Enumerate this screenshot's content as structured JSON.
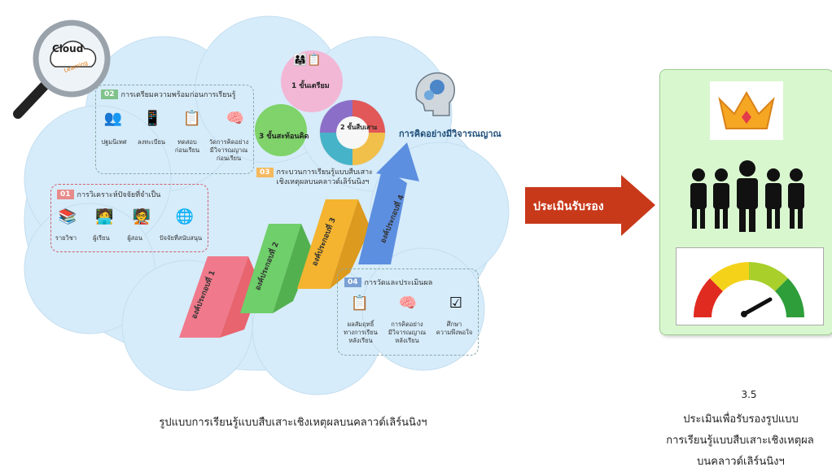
{
  "logo": {
    "top": "Cloud",
    "bottom": "Learning"
  },
  "box02": {
    "num": "02",
    "title": "การเตรียมความพร้อมก่อนการเรียนรู้",
    "items": [
      "ปฐมนิเทศ",
      "ลงทะเบียน",
      "ทดสอบ\nก่อนเรียน",
      "วัดการคิดอย่าง\nมีวิจารณญาณ\nก่อนเรียน"
    ]
  },
  "box01": {
    "num": "01",
    "title": "การวิเคราะห์ปัจจัยที่จำเป็น",
    "items": [
      "รายวิชา",
      "ผู้เรียน",
      "ผู้สอน",
      "ปัจจัยที่สนับสนุน"
    ]
  },
  "box03": {
    "num": "03",
    "title": "กระบวนการเรียนรู้แบบสืบเสาะ\nเชิงเหตุผลบนคลาวด์เลิร์นนิงฯ"
  },
  "box04": {
    "num": "04",
    "title": "การวัดและประเมินผล",
    "items": [
      "ผลสัมฤทธิ์\nทางการเรียน\nหลังเรียน",
      "การคิดอย่าง\nมีวิจารณญาณ\nหลังเรียน",
      "ศึกษา\nความพึงพอใจ"
    ]
  },
  "stages": {
    "s1": "ขั้นเตรียม",
    "s2": "ขั้นสืบเสาะ",
    "s3": "ขั้นสะท้อนคิด"
  },
  "critical": "การคิดอย่างมีวิจารณญาณ",
  "steps": [
    "องค์ประกอบที่ 1",
    "องค์ประกอบที่ 2",
    "องค์ประกอบที่ 3",
    "องค์ประกอบที่ 4"
  ],
  "arrow_label": "ประเมินรับรอง",
  "caption_left": "รูปแบบการเรียนรู้แบบสืบเสาะเชิงเหตุผลบนคลาวด์เลิร์นนิงฯ",
  "caption_right": {
    "num": "3.5",
    "line1": "ประเมินเพื่อรับรองรูปแบบ",
    "line2": "การเรียนรู้แบบสืบเสาะเชิงเหตุผล",
    "line3": "บนคลาวด์เลิร์นนิงฯ"
  },
  "colors": {
    "cloud": "#d6ecfa",
    "green_panel": "#d9f7cf",
    "arrow_red": "#c8391a"
  }
}
